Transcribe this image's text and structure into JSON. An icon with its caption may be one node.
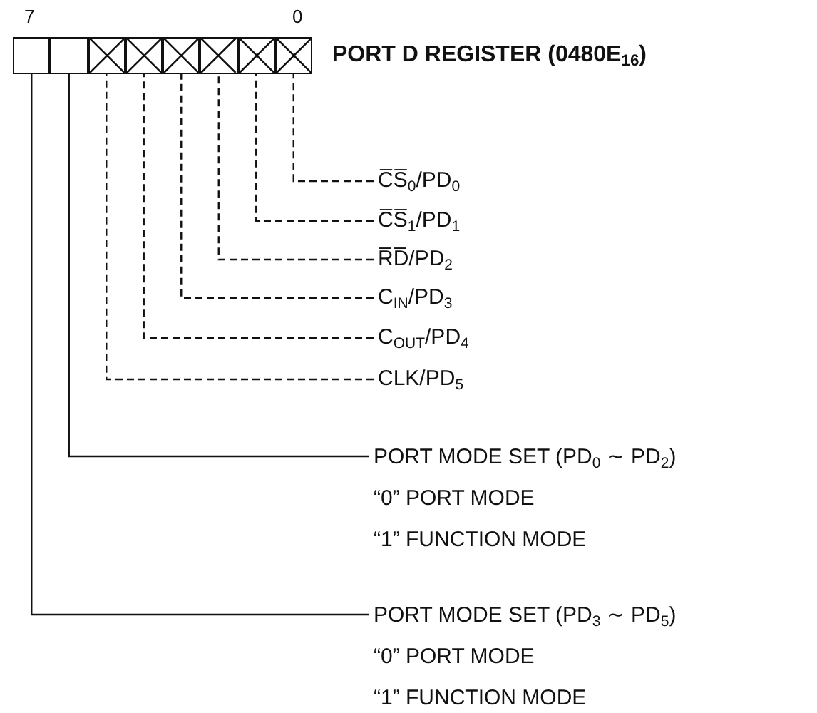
{
  "diagram": {
    "title": "PORT D REGISTER (0480E$_{16}$)",
    "nodes": [
      {
        "text": [],
        "shape": "box"
      },
      {
        "text": [],
        "shape": "box"
      },
      {
        "text": [],
        "shape": "cross"
      },
      {
        "text": [],
        "shape": "cross"
      },
      {
        "text": [],
        "shape": "cross"
      },
      {
        "text": [],
        "shape": "cross"
      },
      {
        "text": [],
        "shape": "cross"
      },
      {
        "text": [],
        "shape": "cross"
      },
      {
        "text": [
          "C̅S̅$_{0}$/PD$_{0}$"
        ]
      },
      {
        "text": [
          "C̅S̅$_{1}$/PD$_{1}$"
        ]
      },
      {
        "text": [
          "R̅D̅/PD$_{2}$"
        ]
      },
      {
        "text": [
          "C$_{IN}$/PD$_{3}$"
        ]
      },
      {
        "text": [
          "C$_{OUT}$/PD$_{4}$"
        ]
      },
      {
        "text": [
          "CLK/PD$_{5}$"
        ]
      },
      {
        "text": [
          "PORT MODE SET (PD$_{0}$ ∼ PD$_{2}$)",
          "“0” PORT MODE",
          "“1” FUNCTION MODE"
        ]
      },
      {
        "text": [
          "PORT MODE SET (PD$_{3}$ ∼ PD$_{5}$)",
          "“0” PORT MODE",
          "“1” FUNCTION MODE"
        ]
      }
    ],
    "edges": [
      {
        "from": 8,
        "to": 7,
        "arrow": "none",
        "style": "dashed"
      },
      {
        "from": 9,
        "to": 6,
        "arrow": "none",
        "style": "dashed"
      },
      {
        "from": 10,
        "to": 5,
        "arrow": "none",
        "style": "dashed"
      },
      {
        "from": 11,
        "to": 4,
        "arrow": "none",
        "style": "dashed"
      },
      {
        "from": 12,
        "to": 3,
        "arrow": "none",
        "style": "dashed"
      },
      {
        "from": 13,
        "to": 2,
        "arrow": "none",
        "style": "dashed"
      },
      {
        "from": 14,
        "to": 1,
        "arrow": "none"
      },
      {
        "from": 15,
        "to": 0,
        "arrow": "none"
      }
    ],
    "labels": [
      "7",
      "0"
    ]
  }
}
